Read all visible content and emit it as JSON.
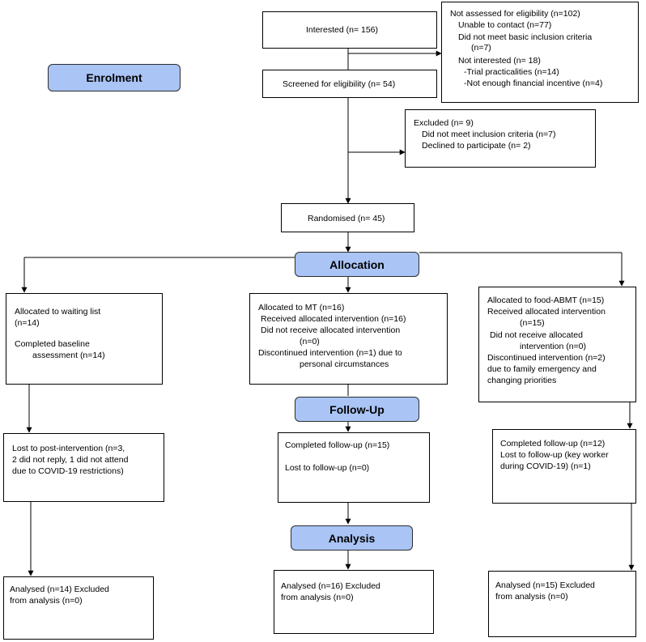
{
  "stages": {
    "enrolment": "Enrolment",
    "allocation": "Allocation",
    "follow_up": "Follow-Up",
    "analysis": "Analysis"
  },
  "boxes": {
    "interested": [
      "Interested (n= 156)"
    ],
    "not_assessed": [
      "Not assessed for eligibility (n=102)",
      "Unable to contact (n=77)",
      "Did not meet basic inclusion criteria",
      "(n=7)",
      "Not interested (n= 18)",
      "-Trial practicalities (n=14)",
      "-Not enough financial incentive (n=4)"
    ],
    "screened": [
      "Screened for eligibility (n= 54)"
    ],
    "excluded": [
      "Excluded (n= 9)",
      "Did not meet inclusion criteria (n=7)",
      "Declined to participate (n= 2)"
    ],
    "randomised": [
      "Randomised (n= 45)"
    ],
    "waiting_list": [
      "Allocated to waiting list",
      "(n=14)",
      "Completed baseline",
      "assessment (n=14)"
    ],
    "mt": [
      "Allocated to MT (n=16)",
      "Received allocated intervention (n=16)",
      "Did not receive allocated intervention",
      "(n=0)",
      "Discontinued intervention (n=1) due to",
      "personal circumstances"
    ],
    "food_abmt": [
      "Allocated to food-ABMT (n=15)",
      "Received allocated intervention",
      "(n=15)",
      "Did not receive allocated",
      "intervention (n=0)",
      "Discontinued intervention (n=2)",
      "due to family emergency and",
      "changing priorities"
    ],
    "lost_waiting": [
      "Lost to post-intervention (n=3,",
      "2 did not reply, 1 did not attend",
      "due to COVID-19 restrictions)"
    ],
    "followup_mt": [
      "Completed follow-up (n=15)",
      "Lost to follow-up (n=0)"
    ],
    "followup_food": [
      "Completed follow-up (n=12)",
      "Lost to follow-up (key worker",
      "during COVID-19) (n=1)"
    ],
    "analysed_waiting": [
      "Analysed (n=14) Excluded",
      "from analysis (n=0)"
    ],
    "analysed_mt": [
      "Analysed (n=16) Excluded",
      "from analysis (n=0)"
    ],
    "analysed_food": [
      "Analysed (n=15) Excluded",
      "from analysis (n=0)"
    ]
  }
}
